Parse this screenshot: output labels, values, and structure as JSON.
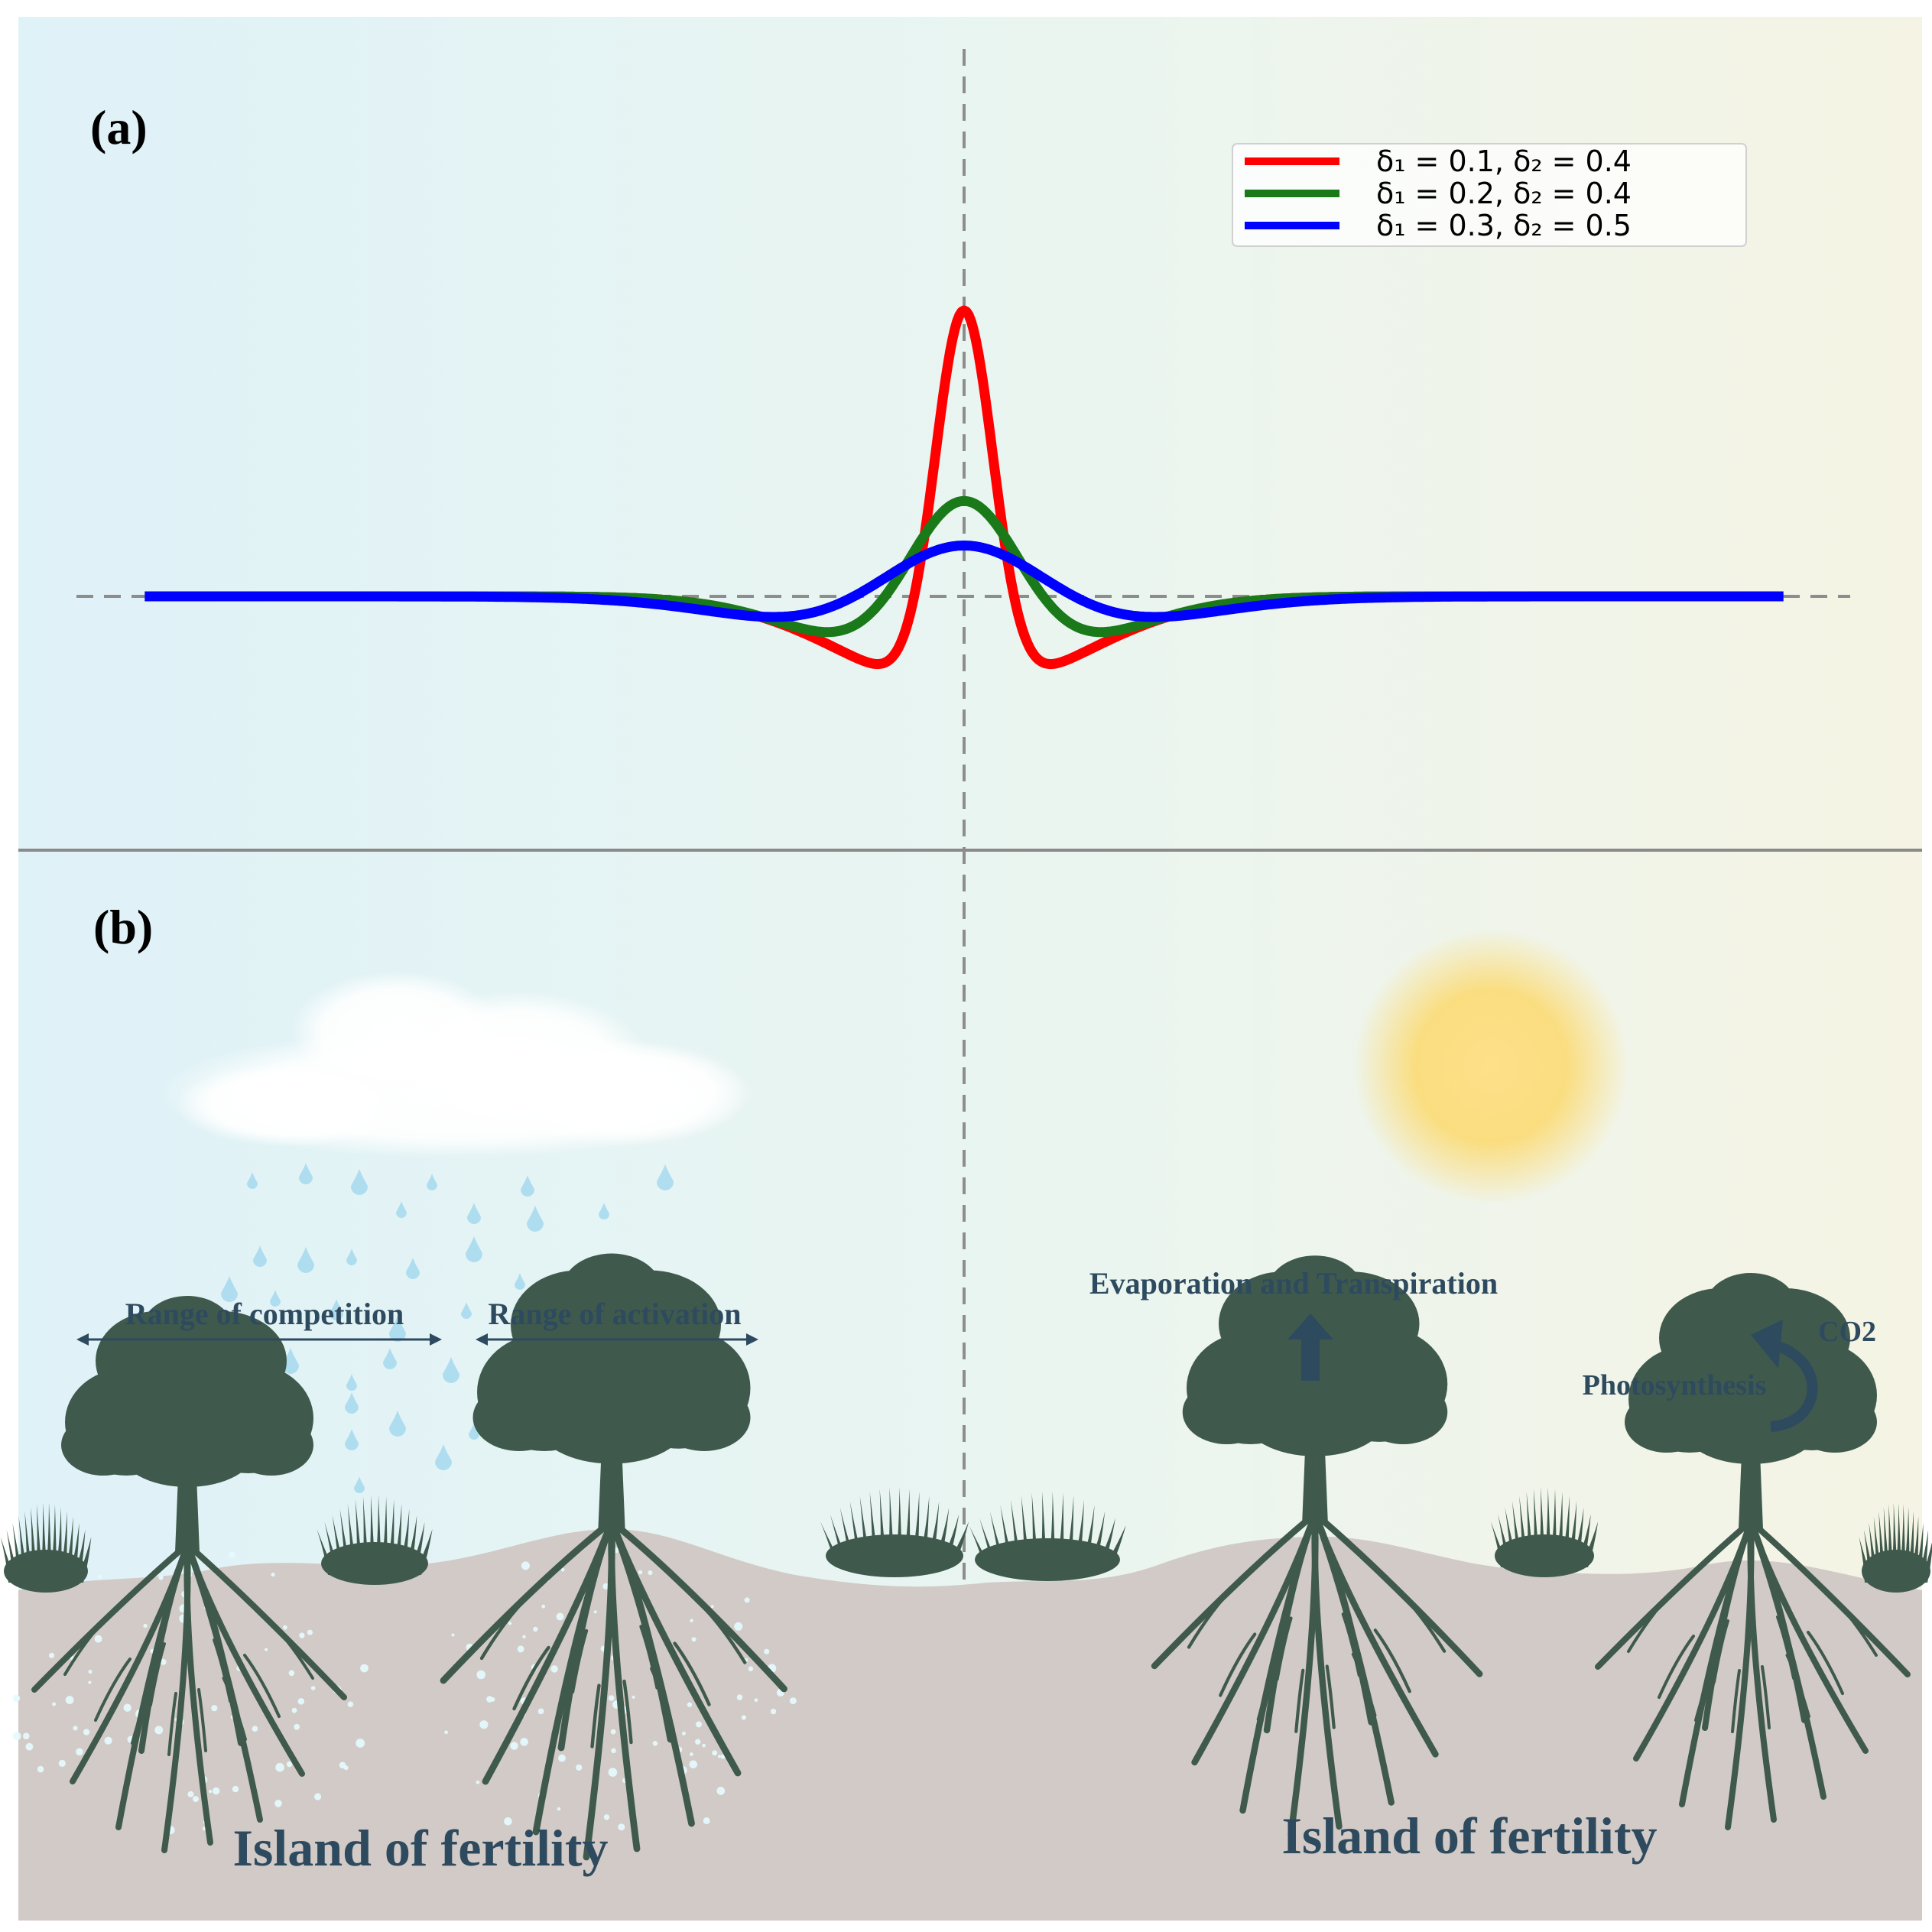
{
  "panel_a": {
    "label": "(a)",
    "legend": [
      {
        "label": "δ₁ = 0.1, δ₂ = 0.4",
        "color": "#ff0000"
      },
      {
        "label": "δ₁ = 0.2, δ₂ = 0.4",
        "color": "#1a7a1a"
      },
      {
        "label": "δ₁ = 0.3, δ₂ = 0.5",
        "color": "#0000ff"
      }
    ]
  },
  "chart_data": {
    "type": "line",
    "title": "",
    "xlabel": "",
    "ylabel": "",
    "grid": false,
    "legend_position": "top-right",
    "reference_lines": [
      "x = 0 (dashed)",
      "y = 0 (dashed)"
    ],
    "series": [
      {
        "name": "δ₁ = 0.1, δ₂ = 0.4",
        "color": "#ff0000",
        "d1": 0.1,
        "d2": 0.4
      },
      {
        "name": "δ₁ = 0.2, δ₂ = 0.4",
        "color": "#1a7a1a",
        "d1": 0.2,
        "d2": 0.4
      },
      {
        "name": "δ₁ = 0.3, δ₂ = 0.5",
        "color": "#0000ff",
        "d1": 0.3,
        "d2": 0.5
      }
    ]
  },
  "panel_b": {
    "label": "(b)",
    "range_competition": "Range of competition",
    "range_activation": "Range of activation",
    "evaporation": "Evaporation and Transpiration",
    "photosynthesis": "Photosynthesis",
    "co2": "CO2",
    "island_left": "Island of fertility",
    "island_right": "Island of fertility"
  },
  "colors": {
    "sky_left": "#dff2f8",
    "sky_right": "#f4f4e6",
    "soil": "#d2cac6",
    "tree": "#3f5a4c",
    "text": "#2e4a5e",
    "sun": "#fbd86a"
  }
}
